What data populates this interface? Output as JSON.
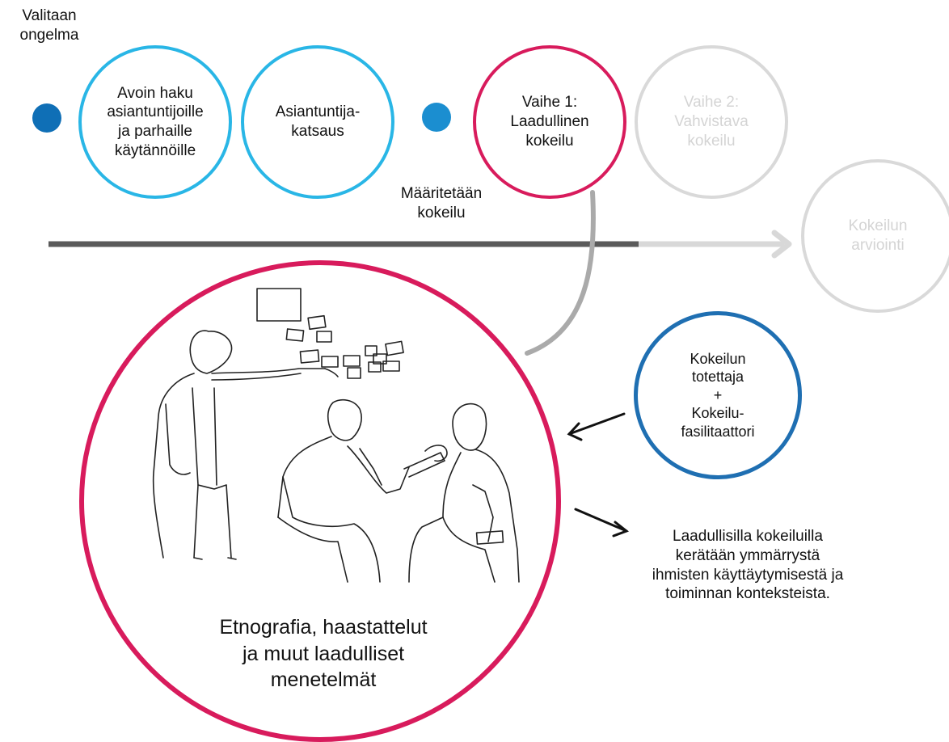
{
  "colors": {
    "cyan": "#29b6e6",
    "crimson": "#d81b5c",
    "blue": "#1f6fb2",
    "dot_blue": "#0f6fb6",
    "faded_grey": "#d9d9d9",
    "timeline_dark": "#5a5a5a",
    "timeline_light": "#d8d8d8"
  },
  "steps": {
    "problem_label": "Valitaan\nongelma",
    "open_call": "Avoin haku\nasiantuntijoille\nja parhaille\nkäytännöille",
    "expert_review": "Asiantuntija-\nkatsaus",
    "define_label": "Määritetään\nkokeilu",
    "phase1": "Vaihe 1:\nLaadullinen\nkokeilu",
    "phase2": "Vaihe 2:\nVahvistava\nkokeilu",
    "evaluation": "Kokeilun\narviointi"
  },
  "detail": {
    "method_caption": "Etnografia, haastattelut\nja muut laadulliset\nmenetelmät",
    "actors": "Kokeilun\ntotettaja\n+\nKokeilu-\nfasilitaattori",
    "insight": "Laadullisilla kokeiluilla\nkerätään ymmärrystä\nihmisten käyttäytymisestä ja\ntoiminnan konteksteista."
  },
  "illustration": {
    "icon": "workshop-interview-sketch-icon"
  }
}
